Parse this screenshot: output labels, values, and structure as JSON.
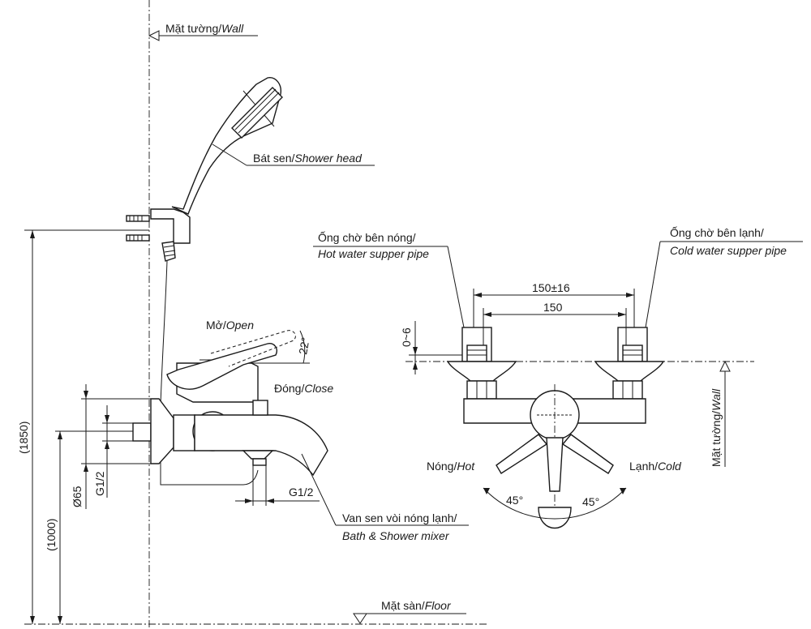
{
  "colors": {
    "ink": "#1a1a1a",
    "background": "#ffffff"
  },
  "labels": {
    "wall_top_vn": "Mặt tường/",
    "wall_top_en": "Wall",
    "shower_head_vn": "Bát sen/",
    "shower_head_en": "Shower head",
    "open_vn": "Mở/",
    "open_en": "Open",
    "close_vn": "Đóng/",
    "close_en": "Close",
    "mixer_vn": "Van sen vòi nóng lạnh/",
    "mixer_en": "Bath & Shower mixer",
    "floor_vn": "Mặt sàn/",
    "floor_en": "Floor",
    "hot_pipe_vn": "Ống chờ bên nóng/",
    "hot_pipe_en": "Hot water supper pipe",
    "cold_pipe_vn": "Ống chờ bên lạnh/",
    "cold_pipe_en": "Cold water supper pipe",
    "hot_vn": "Nóng/",
    "hot_en": "Hot",
    "cold_vn": "Lạnh/",
    "cold_en": "Cold",
    "wall_right_vn": "Mặt tường/",
    "wall_right_en": "Wall"
  },
  "dimensions": {
    "height_total": "(1850)",
    "height_mixer": "(1000)",
    "diameter": "Ø65",
    "thread_inlet": "G1/2",
    "thread_outlet": "G1/2",
    "angle_lever": "22°",
    "centers_tolerance": "150±16",
    "centers": "150",
    "offset": "0~6",
    "angle_left": "45°",
    "angle_right": "45°"
  }
}
